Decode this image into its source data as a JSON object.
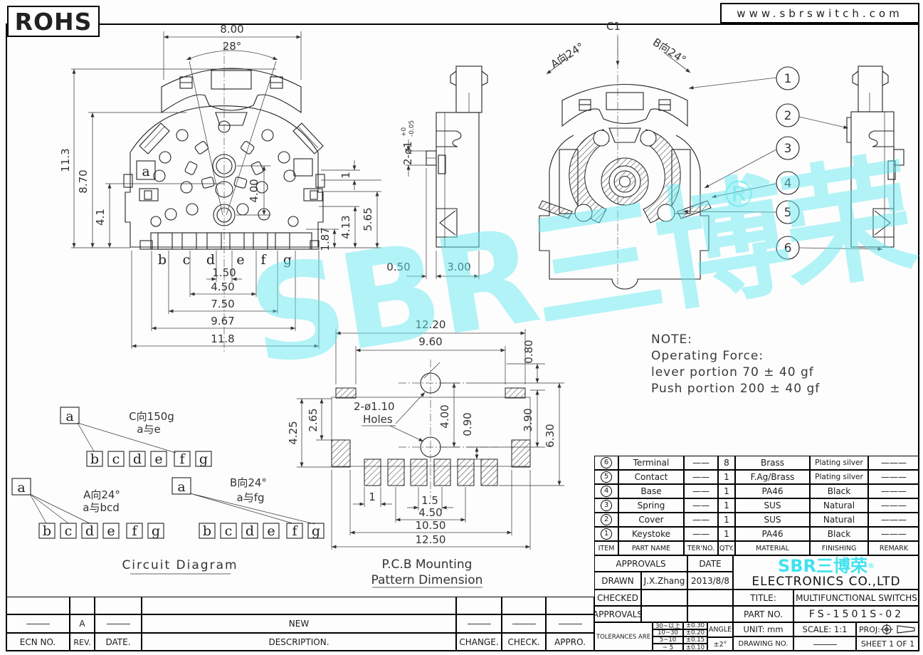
{
  "sheet": {
    "rohs_label": "ROHS",
    "website": "www.sbrswitch.com"
  },
  "watermark": {
    "brand": "SBR三博荣",
    "registered": "®",
    "color_hex": "#3fe3ee"
  },
  "note": {
    "title": "NOTE:",
    "line1": "Operating Force:",
    "line2": "lever portion 70 ± 40 gf",
    "line3": "Push portion 200 ± 40 gf"
  },
  "front_view": {
    "dim_width_top": "8.00",
    "dim_angle": "28°",
    "dim_height_total": "11.3",
    "dim_height_body": "8.70",
    "dim_height_lower": "4.1",
    "dim_center": "4.00",
    "dim_right_step": "1",
    "dim_right_565": "5.65",
    "dim_right_413": "4.13",
    "dim_right_187": "1.87",
    "dim_b1": "1.50",
    "dim_b2": "4.50",
    "dim_b3": "7.50",
    "dim_b4": "9.67",
    "dim_b5": "11.8",
    "label_a": "a",
    "terminals": [
      "b",
      "c",
      "d",
      "e",
      "f",
      "g"
    ]
  },
  "side_view": {
    "dim_hole": "2-ø1",
    "tol_plus": "+0",
    "tol_minus": "-0.05",
    "dim_gap": "0.50",
    "dim_depth": "3.00"
  },
  "rear_view": {
    "label_c1": "C1",
    "label_a_dir": "A向24°",
    "label_b_dir": "B向24°"
  },
  "balloons": [
    "1",
    "2",
    "3",
    "4",
    "5",
    "6"
  ],
  "pcb_view": {
    "dim_1220": "12.20",
    "dim_960": "9.60",
    "dim_080": "0.80",
    "dim_265": "2.65",
    "dim_425": "4.25",
    "dim_400": "4.00",
    "dim_090": "0.90",
    "dim_390": "3.90",
    "dim_630": "6.30",
    "holes_note1": "2-ø1.10",
    "holes_note2": "Holes",
    "dim_pad_w": "1",
    "dim_pitch": "1.5",
    "dim_450": "4.50",
    "dim_1050": "10.50",
    "dim_1250": "12.50",
    "title_line1": "P.C.B Mounting",
    "title_line2": "Pattern Dimension"
  },
  "circuit": {
    "title": "Circuit Diagram",
    "groups": [
      {
        "a": "a",
        "label1": "C向150g",
        "label2": "a与e",
        "terminals": [
          "b",
          "c",
          "d",
          "e",
          "f",
          "g"
        ]
      },
      {
        "a": "a",
        "label1": "A向24°",
        "label2": "a与bcd",
        "terminals": [
          "b",
          "c",
          "d",
          "e",
          "f",
          "g"
        ]
      },
      {
        "a": "a",
        "label1": "B向24°",
        "label2": "a与fg",
        "terminals": [
          "b",
          "c",
          "d",
          "e",
          "f",
          "g"
        ]
      }
    ]
  },
  "bom": {
    "headers": [
      "ITEM",
      "PART NAME",
      "TER'NO.",
      "QTY.",
      "MATERIAL",
      "FINISHING",
      "REMARK"
    ],
    "rows": [
      {
        "item": "6",
        "part": "Terminal",
        "ter": "——",
        "qty": "8",
        "material": "Brass",
        "finishing": "Plating silver",
        "remark": "———"
      },
      {
        "item": "5",
        "part": "Contact",
        "ter": "——",
        "qty": "1",
        "material": "F.Ag/Brass",
        "finishing": "Plating silver",
        "remark": "———"
      },
      {
        "item": "4",
        "part": "Base",
        "ter": "——",
        "qty": "1",
        "material": "PA46",
        "finishing": "Black",
        "remark": "———"
      },
      {
        "item": "3",
        "part": "Spring",
        "ter": "——",
        "qty": "1",
        "material": "SUS",
        "finishing": "Natural",
        "remark": "———"
      },
      {
        "item": "2",
        "part": "Cover",
        "ter": "——",
        "qty": "1",
        "material": "SUS",
        "finishing": "Natural",
        "remark": "———"
      },
      {
        "item": "1",
        "part": "Keystoke",
        "ter": "——",
        "qty": "1",
        "material": "PA46",
        "finishing": "Black",
        "remark": "———"
      }
    ]
  },
  "title_block": {
    "approvals_header": "APPROVALS",
    "date_header": "DATE",
    "drawn_label": "DRAWN",
    "drawn_name": "J.X.Zhang",
    "drawn_date": "2013/8/8",
    "checked_label": "CHECKED",
    "approvals_label": "APPROVALS",
    "tolerances_label": "TOLERANCES ARE",
    "tolerance_rows": [
      {
        "range": "30~以上",
        "tol": "±0.30"
      },
      {
        "range": "10~30",
        "tol": "±0.20"
      },
      {
        "range": "5~10",
        "tol": "±0.15"
      },
      {
        "range": "~ 5",
        "tol": "±0.10"
      }
    ],
    "angle_label": "ANGLE",
    "angle_tol": "±2°",
    "company_logo": "SBR三博荣",
    "company_reg": "®",
    "company_name": "ELECTRONICS CO.,LTD",
    "title_label": "TITLE:",
    "title_value": "MULTIFUNCTIONAL SWITCHS",
    "part_no_label": "PART NO.",
    "part_no_value": "FS-1501S-02",
    "unit_label": "UNIT: mm",
    "scale_label": "SCALE: 1:1",
    "proj_label": "PROJ:",
    "drawing_no_label": "DRAWING NO.",
    "drawing_no_value": "———",
    "sheet_label": "SHEET 1 OF 1"
  },
  "revision_table": {
    "headers": [
      "ECN NO.",
      "REV.",
      "DATE.",
      "DESCRIPTION.",
      "CHANGE.",
      "CHECK.",
      "APPRO."
    ],
    "row": {
      "ecn": "———",
      "rev": "A",
      "date": "———",
      "description": "NEW",
      "change": "———",
      "check": "———",
      "appro": "———"
    }
  }
}
